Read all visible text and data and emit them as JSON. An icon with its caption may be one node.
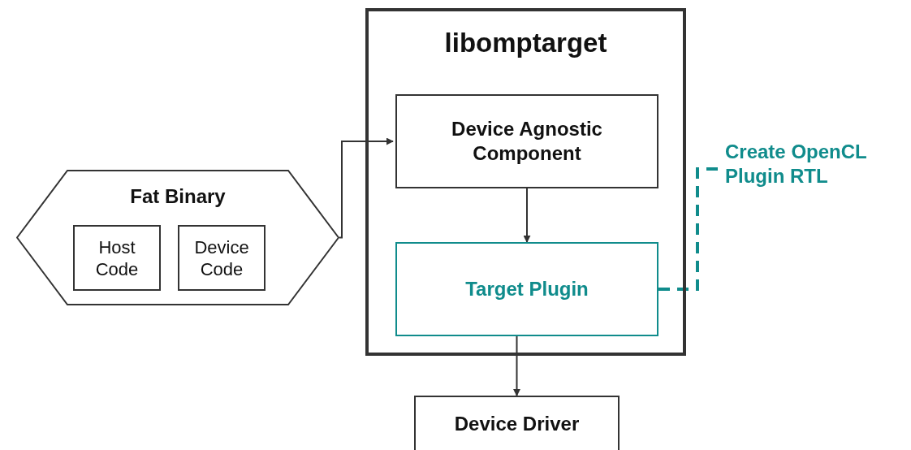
{
  "diagram": {
    "nodes": [
      {
        "text": [
          "libomptarget"
        ]
      },
      {
        "text": [
          "Device Agnostic Component"
        ],
        "in": 0
      },
      {
        "text": [
          "Target Plugin"
        ],
        "in": 0
      },
      {
        "text": [
          "Fat Binary"
        ]
      },
      {
        "text": [
          "Host Code"
        ],
        "in": 3
      },
      {
        "text": [
          "Device Code"
        ],
        "in": 3
      },
      {
        "text": [
          "Device Driver"
        ]
      },
      {
        "text": [
          "Create OpenCL Plugin RTL"
        ]
      }
    ],
    "edges": [
      {
        "from": 3,
        "to": 1,
        "arrow": "to"
      },
      {
        "from": 1,
        "to": 2,
        "arrow": "to"
      },
      {
        "from": 2,
        "to": 6,
        "arrow": "to"
      },
      {
        "from": 2,
        "to": 7,
        "arrow": "none",
        "style": "dashed",
        "color": "#108c8c"
      }
    ]
  }
}
